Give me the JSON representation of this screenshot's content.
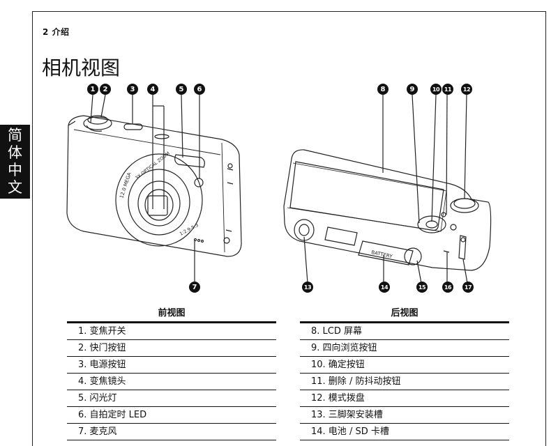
{
  "header": {
    "section": "2 介绍",
    "title": "相机视图"
  },
  "side_tab": {
    "chars": [
      "简",
      "体",
      "中",
      "文"
    ]
  },
  "front": {
    "title": "前视图",
    "callouts": [
      "1",
      "2",
      "3",
      "4",
      "5",
      "6",
      "7"
    ],
    "items": [
      "1. 变焦开关",
      "2. 快门按钮",
      "3. 电源按钮",
      "4. 变焦镜头",
      "5. 闪光灯",
      "6. 自拍定时 LED",
      "7. 麦克风"
    ],
    "lens_text": {
      "mega": "12.0 MEGA",
      "zoom": "3X OPTICAL ZOOM",
      "focal": "1:2.9-5.3"
    }
  },
  "back": {
    "title": "后视图",
    "callouts": [
      "8",
      "9",
      "10",
      "11",
      "12",
      "13",
      "14",
      "15",
      "16",
      "17"
    ],
    "items": [
      "8. LCD 屏幕",
      "9. 四向浏览按钮",
      "10. 确定按钮",
      "11. 删除 / 防抖动按钮",
      "12. 模式拨盘",
      "13. 三脚架安装槽",
      "14. 电池 / SD 卡槽"
    ],
    "battery_text": "BATTERY"
  },
  "colors": {
    "ink": "#111111",
    "paper": "#ffffff"
  }
}
